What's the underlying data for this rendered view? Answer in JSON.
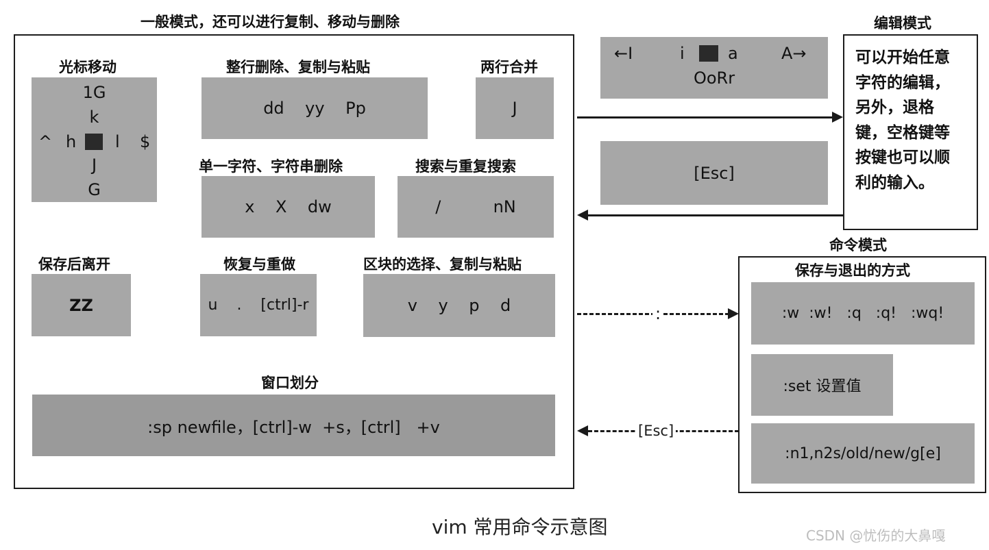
{
  "normal_mode": {
    "title": "一般模式，还可以进行复制、移动与删除",
    "cursor_move": {
      "label": "光标移动",
      "line1": "1G",
      "line2": "k",
      "left2": "^",
      "left1": "h",
      "right1": "l",
      "right2": "$",
      "line4": "J",
      "line5": "G"
    },
    "line_ops": {
      "label": "整行删除、复制与粘贴",
      "content": "dd    yy    Pp"
    },
    "join": {
      "label": "两行合并",
      "content": "J"
    },
    "char_del": {
      "label": "单一字符、字符串删除",
      "content": "x    X    dw"
    },
    "search": {
      "label": "搜索与重复搜索",
      "content": "/          nN"
    },
    "save_quit": {
      "label": "保存后离开",
      "content": "ZZ"
    },
    "undo_redo": {
      "label": "恢复与重做",
      "content": "u    .    [ctrl]-r"
    },
    "block": {
      "label": "区块的选择、复制与粘贴",
      "content": "v    y    p    d"
    },
    "window": {
      "label": "窗口划分",
      "content": ":sp newfile，[ctrl]-w  +s，[ctrl]   +v"
    }
  },
  "insert_keys": {
    "left": "←I",
    "i": "i",
    "a": "a",
    "right": "A→",
    "bottom": "OoRr"
  },
  "esc_box": {
    "content": "[Esc]"
  },
  "edit_mode": {
    "title": "编辑模式",
    "text": "可以开始任意字符的编辑，另外，退格键，空格键等按键也可以顺利的输入。"
  },
  "command_mode": {
    "title": "命令模式",
    "subtitle": "保存与退出的方式",
    "items": [
      ":w  :w!   :q   :q!   :wq!",
      ":set 设置值",
      ":n1,n2s/old/new/g[e]"
    ]
  },
  "arrows": {
    "colon": ":",
    "esc": "[Esc]"
  },
  "caption": "vim 常用命令示意图",
  "watermark": "CSDN @忧伤的大鼻嘎"
}
